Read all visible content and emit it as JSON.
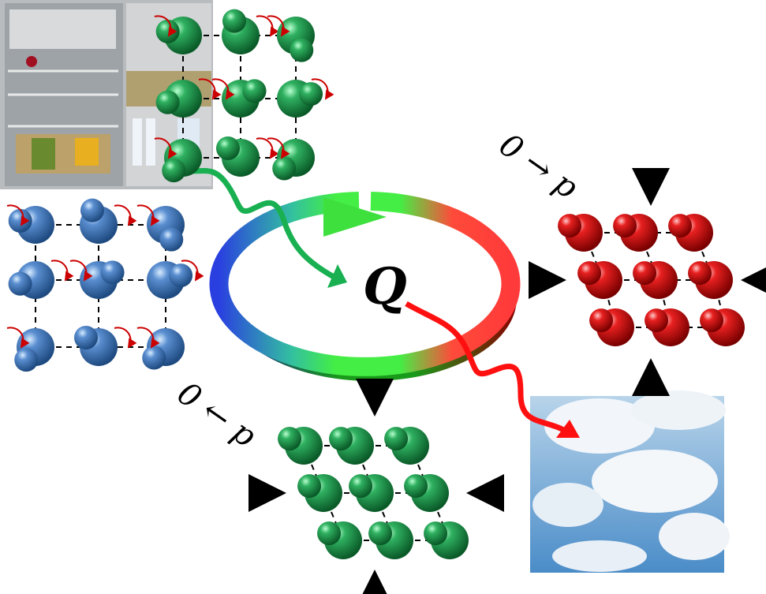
{
  "labels": {
    "top_right_process": "0 → p",
    "heat": "Q",
    "bottom_left_process": "0 ← p"
  },
  "images": {
    "top_left": "refrigerator-photo",
    "bottom_right": "cloudy-sky-photo"
  },
  "colors": {
    "cold_molecules": "#4a7fc0",
    "neutral_molecules": "#1a9a4a",
    "hot_molecules": "#e02020",
    "cycle_blue": "#2a3fe0",
    "cycle_green": "#44ee44",
    "cycle_red": "#ff3a3a",
    "rotation_arrows": "#cc0000"
  }
}
